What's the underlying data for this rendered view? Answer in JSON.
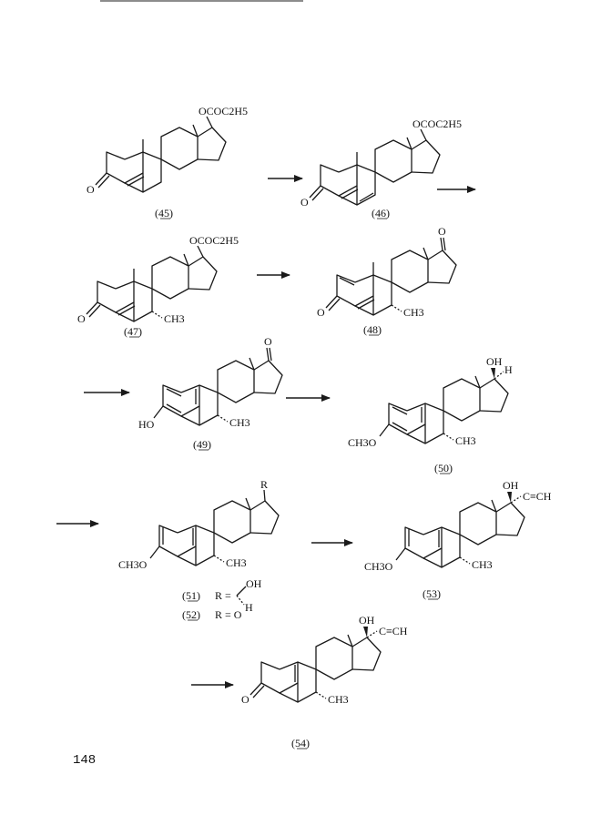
{
  "page_number": "148",
  "compounds": [
    {
      "id": "45",
      "label": "(45)",
      "substituents": [
        "OCOC2H5",
        "O"
      ]
    },
    {
      "id": "46",
      "label": "(46)",
      "substituents": [
        "OCOC2H5",
        "O"
      ]
    },
    {
      "id": "47",
      "label": "(47)",
      "substituents": [
        "OCOC2H5",
        "O",
        "CH3"
      ]
    },
    {
      "id": "48",
      "label": "(48)",
      "substituents": [
        "O",
        "O",
        "CH3"
      ]
    },
    {
      "id": "49",
      "label": "(49)",
      "substituents": [
        "O",
        "HO",
        "CH3"
      ]
    },
    {
      "id": "50",
      "label": "(50)",
      "substituents": [
        "OH",
        "H",
        "CH3O",
        "CH3"
      ]
    },
    {
      "id": "51",
      "label": "(51)",
      "r_def": "R =",
      "r_groups": [
        "OH",
        "H"
      ]
    },
    {
      "id": "52",
      "label": "(52)",
      "r_def": "R = O"
    },
    {
      "id": "53",
      "label": "(53)",
      "substituents": [
        "OH",
        "C≡CH",
        "CH3O",
        "CH3"
      ]
    },
    {
      "id": "54",
      "label": "(54)",
      "substituents": [
        "OH",
        "C≡CH",
        "O",
        "CH3"
      ]
    }
  ],
  "scheme_51": {
    "substituents": [
      "R",
      "CH3O",
      "CH3"
    ]
  }
}
